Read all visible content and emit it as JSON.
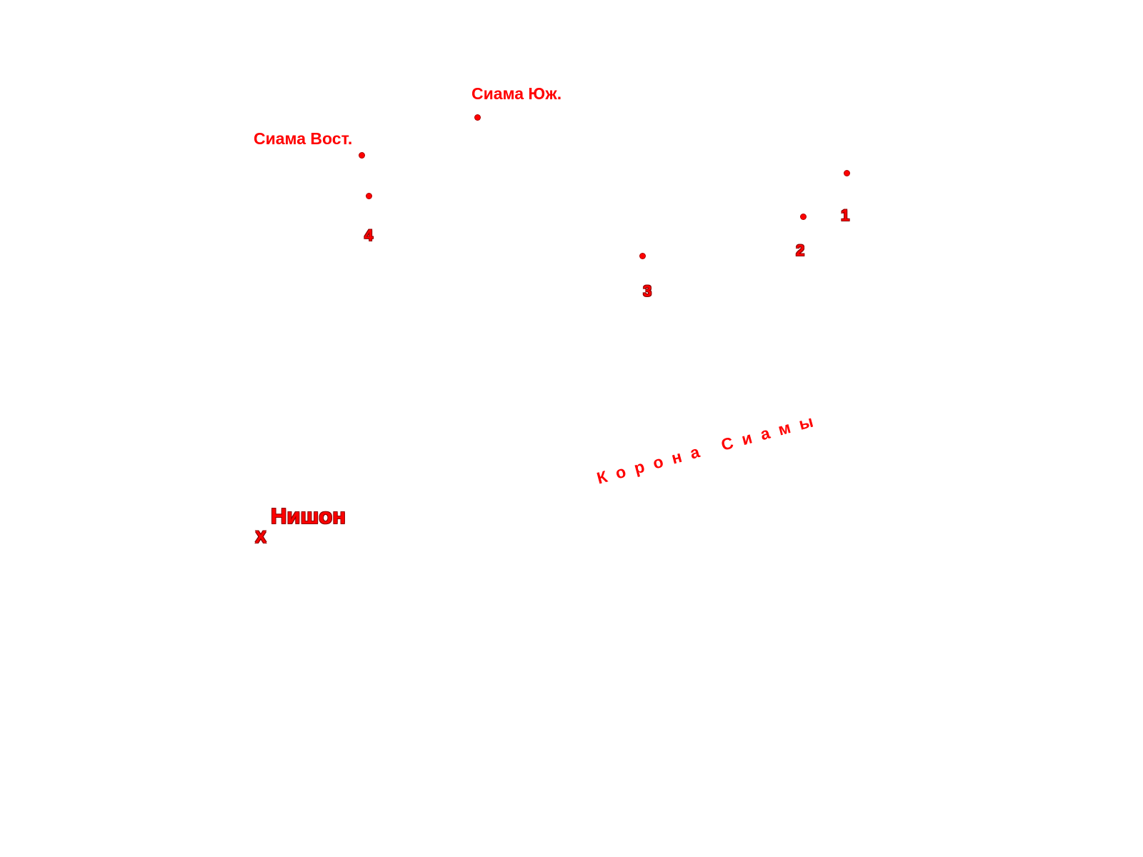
{
  "colors": {
    "label": "#ff0000",
    "outline": "#8b0000",
    "background": "#ffffff"
  },
  "places": {
    "siama_south": "Сиама Юж.",
    "siama_east": "Сиама Вост."
  },
  "markers": {
    "m1": "1",
    "m2": "2",
    "m3": "3",
    "m4": "4"
  },
  "region": "Корона Сиамы",
  "city": {
    "name": "Нишон",
    "symbol": "X"
  }
}
